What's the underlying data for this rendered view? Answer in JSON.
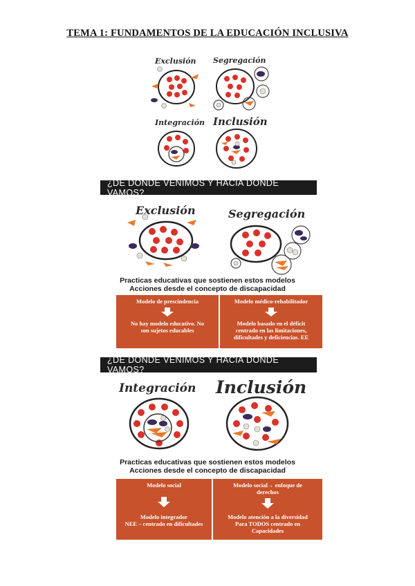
{
  "page": {
    "title": "TEMA 1: FUNDAMENTOS DE LA EDUCACIÓN INCLUSIVA"
  },
  "section1": {
    "labels": {
      "exclusion": "Exclusión",
      "segregacion": "Segregación",
      "integracion": "Integración",
      "inclusion": "Inclusión"
    }
  },
  "section2": {
    "banner": "¿DE DÓNDE VENIMOS Y HACIA DÓNDE VAMOS?",
    "labels": {
      "exclusion": "Exclusión",
      "segregacion": "Segregación"
    },
    "caption_line1": "Practicas educativas que sostienen estos modelos",
    "caption_line2": "Acciones desde el concepto de discapacidad",
    "left": {
      "header": "Modelo de prescindencia",
      "body_line1": "No hay modelo educativo. No",
      "body_line2": "son sujetos educables"
    },
    "right": {
      "header": "Modelo médico-rehabilitador",
      "body_line1": "Modelo basado en el déficit",
      "body_line2": "centrado en las limitaciones,",
      "body_line3": "dificultades y deficiencias. EE"
    }
  },
  "section3": {
    "banner": "¿DE DÓNDE VENIMOS Y HACIA DÓNDE VAMOS?",
    "labels": {
      "integracion": "Integración",
      "inclusion": "Inclusión"
    },
    "caption_line1": "Practicas educativas que sostienen estos modelos",
    "caption_line2": "Acciones desde el concepto de discapacidad",
    "left": {
      "header": "Modelo social",
      "body_line1": "Modelo integrador",
      "body_line2": "NEE – centrado en dificultades"
    },
    "right": {
      "header_line1": "Modelo social→ enfoque de",
      "header_line2": "derechos",
      "body_line1": "Modelo atención a la diversidad",
      "body_line2": "Para TODOS centrado en",
      "body_line3": "Capacidades"
    }
  },
  "colors": {
    "tomato": "#d9322a",
    "carrot": "#e9792a",
    "eggplant": "#3b2b5b",
    "garlic": "#e6e1d8",
    "orange_box": "#c8522b",
    "banner": "#1c1c1c"
  },
  "icons": [
    "tomato-icon",
    "carrot-icon",
    "eggplant-icon",
    "garlic-icon",
    "down-arrow-icon"
  ]
}
